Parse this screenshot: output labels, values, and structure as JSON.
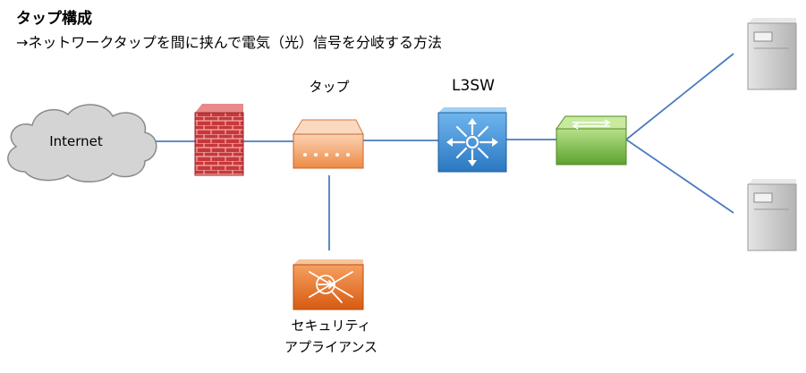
{
  "header": {
    "title": "タップ構成",
    "subtitle": "→ネットワークタップを間に挟んで電気（光）信号を分岐する方法"
  },
  "nodes": {
    "internet": {
      "label": "Internet"
    },
    "tap": {
      "label": "タップ"
    },
    "l3sw": {
      "label": "L3SW"
    },
    "security": {
      "label_line1": "セキュリティ",
      "label_line2": "アプライアンス"
    }
  },
  "colors": {
    "link": "#4a7bbf",
    "cloud": "#d4d4d4",
    "firewall": "#c8373a",
    "tap": "#f2a36a",
    "l3sw": "#3c8fd8",
    "l2sw": "#7fc043",
    "server": "#c8c8c8",
    "security": "#e06a20"
  }
}
